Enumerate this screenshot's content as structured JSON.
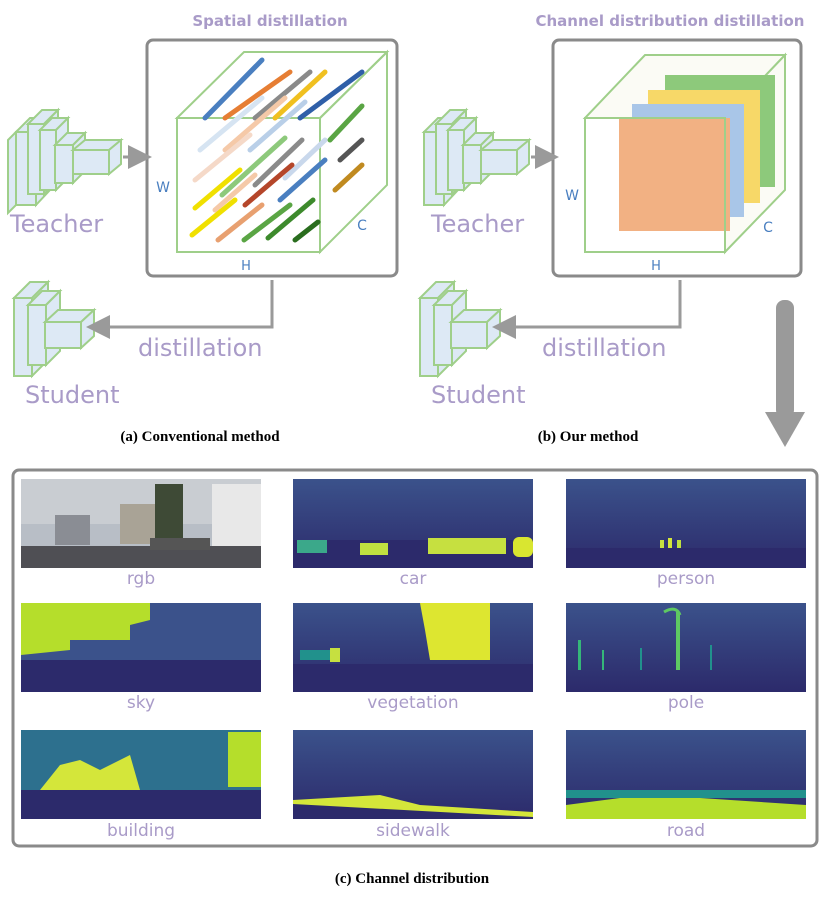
{
  "panel_a": {
    "title": "Spatial distillation",
    "teacher": "Teacher",
    "student": "Student",
    "arrow_label": "distillation",
    "axis_w": "W",
    "axis_h": "H",
    "axis_c": "C",
    "caption": "(a) Conventional method"
  },
  "panel_b": {
    "title": "Channel distribution distillation",
    "teacher": "Teacher",
    "student": "Student",
    "arrow_label": "distillation",
    "axis_w": "W",
    "axis_h": "H",
    "axis_c": "C",
    "caption": "(b) Our method"
  },
  "panel_c": {
    "caption": "(c) Channel distribution",
    "maps": [
      "rgb",
      "car",
      "person",
      "sky",
      "vegetation",
      "pole",
      "building",
      "sidewalk",
      "road"
    ]
  },
  "colors": {
    "label_purple": "#a99bc8",
    "axis_blue": "#4a7fc0",
    "box_border": "#8a8a8a",
    "arrow_gray": "#9a9a9a",
    "net_fill": "#dde9f5",
    "net_edge": "#9fcf8a",
    "feature_orange": "#f2b183",
    "feature_blue": "#a9c6e8",
    "feature_yellow": "#f7d868",
    "feature_green": "#8dc97b"
  }
}
